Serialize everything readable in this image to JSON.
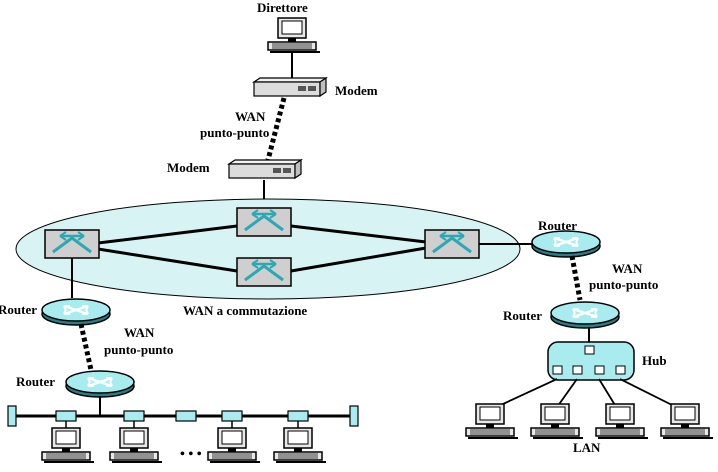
{
  "labels": {
    "director": "Direttore",
    "modem_top": "Modem",
    "wan_top_1": "WAN",
    "wan_top_2": "punto-punto",
    "modem_mid": "Modem",
    "router_right_top": "Router",
    "wan_right_1": "WAN",
    "wan_right_2": "punto-punto",
    "router_right_bottom": "Router",
    "hub": "Hub",
    "lan": "LAN",
    "router_left_top": "Router",
    "switched_wan": "WAN a commutazione",
    "wan_left_1": "WAN",
    "wan_left_2": "punto-punto",
    "router_left_bottom": "Router",
    "ellipsis": "• • •"
  },
  "colors": {
    "cloud_fill": "#d8f3f3",
    "switch_fill": "#cfcfcf",
    "switch_symbol": "#2aa9b5",
    "router_fill": "#a8ecf0",
    "hub_fill": "#a8ecf0",
    "line": "#000000"
  },
  "icons": {
    "workstation": "workstation-icon",
    "modem": "modem-icon",
    "switch": "switch-icon",
    "router": "router-icon",
    "hub": "hub-icon"
  }
}
